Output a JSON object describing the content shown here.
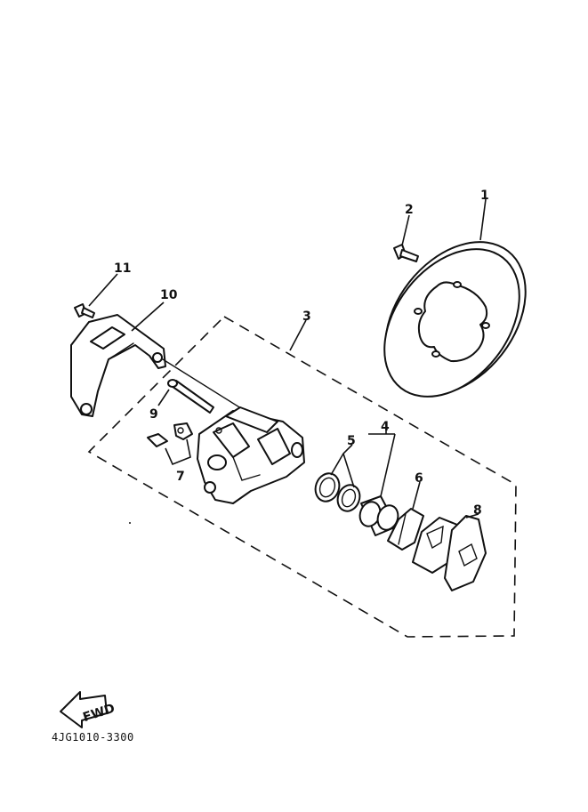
{
  "callouts": {
    "c1": "1",
    "c2": "2",
    "c3": "3",
    "c4": "4",
    "c5": "5",
    "c6": "6",
    "c7": "7",
    "c8": "8",
    "c9": "9",
    "c10": "10",
    "c11": "11"
  },
  "fwd_label": "FWD",
  "catalog_code": "4JG1010-3300"
}
